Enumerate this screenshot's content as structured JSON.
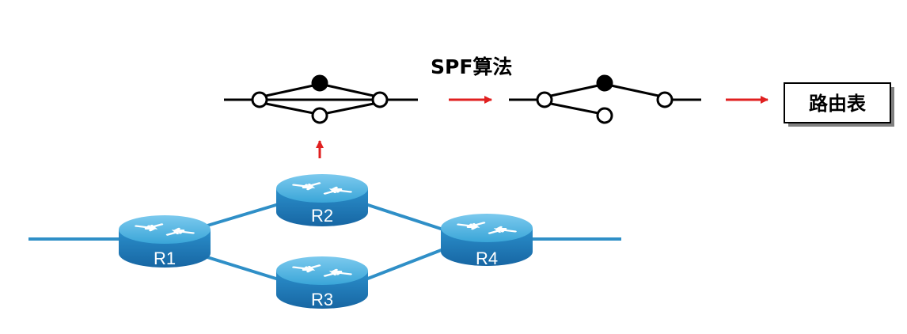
{
  "diagram": {
    "algorithm_label": "SPF算法",
    "output_label": "路由表",
    "routers": [
      {
        "id": "R1",
        "label": "R1"
      },
      {
        "id": "R2",
        "label": "R2"
      },
      {
        "id": "R3",
        "label": "R3"
      },
      {
        "id": "R4",
        "label": "R4"
      }
    ],
    "links": [
      [
        "R1",
        "R2"
      ],
      [
        "R1",
        "R3"
      ],
      [
        "R2",
        "R4"
      ],
      [
        "R3",
        "R4"
      ]
    ],
    "colors": {
      "router_top": "#4fb4e0",
      "router_side": "#1e7fbf",
      "link": "#2f8fc7",
      "arrow": "#e02020",
      "node_filled": "#000000",
      "node_empty": "#ffffff"
    }
  }
}
